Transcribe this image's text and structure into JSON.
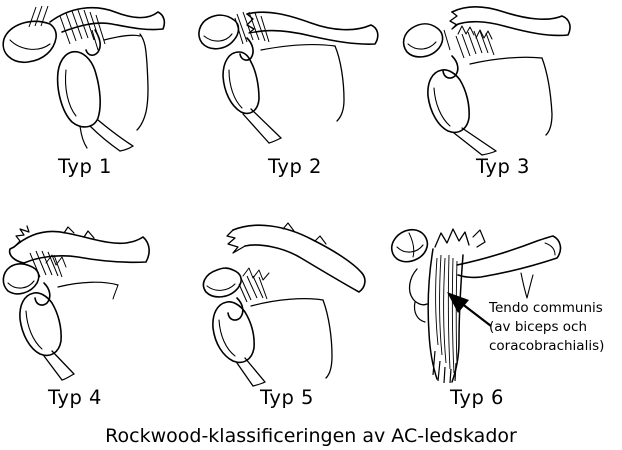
{
  "figure": {
    "caption": "Rockwood-klassificeringen av AC-ledskador",
    "panels": [
      {
        "id": "typ-1",
        "label": "Typ 1"
      },
      {
        "id": "typ-2",
        "label": "Typ 2"
      },
      {
        "id": "typ-3",
        "label": "Typ 3"
      },
      {
        "id": "typ-4",
        "label": "Typ 4"
      },
      {
        "id": "typ-5",
        "label": "Typ 5"
      },
      {
        "id": "typ-6",
        "label": "Typ 6"
      }
    ],
    "annotation": {
      "lines": [
        "Tendo communis",
        "(av biceps och",
        "coracobrachialis)"
      ]
    },
    "colors": {
      "ink": "#000000",
      "paper": "#ffffff"
    }
  }
}
